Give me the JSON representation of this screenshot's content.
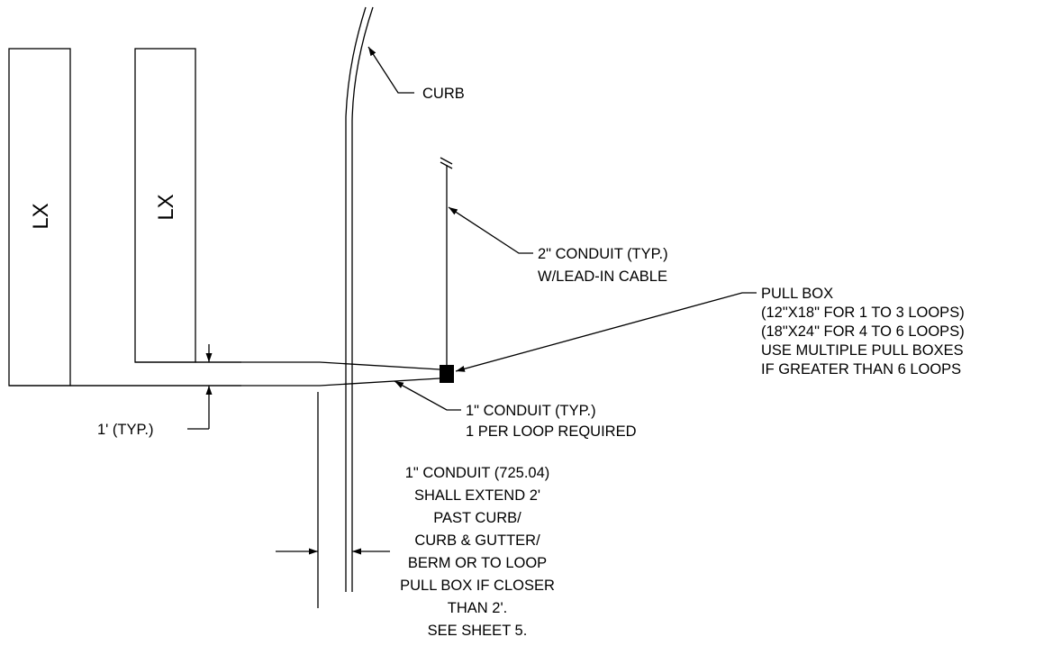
{
  "loops": [
    {
      "label": "LX"
    },
    {
      "label": "LX"
    }
  ],
  "callouts": {
    "curb": "CURB",
    "conduit_2in": [
      "2\" CONDUIT (TYP.)",
      "W/LEAD-IN CABLE"
    ],
    "pull_box": [
      "PULL BOX",
      "(12\"X18\" FOR 1 TO 3 LOOPS)",
      "(18\"X24\" FOR 4 TO 6 LOOPS)",
      "USE MULTIPLE PULL BOXES",
      "IF GREATER THAN 6 LOOPS"
    ],
    "conduit_1in": [
      "1\" CONDUIT (TYP.)",
      "1 PER LOOP REQUIRED"
    ],
    "spacing": "1' (TYP.)",
    "extension_note": [
      "1\" CONDUIT (725.04)",
      "SHALL EXTEND 2'",
      "PAST CURB/",
      "CURB & GUTTER/",
      "BERM OR TO LOOP",
      "PULL BOX IF CLOSER",
      "THAN 2'.",
      "SEE SHEET 5."
    ]
  }
}
